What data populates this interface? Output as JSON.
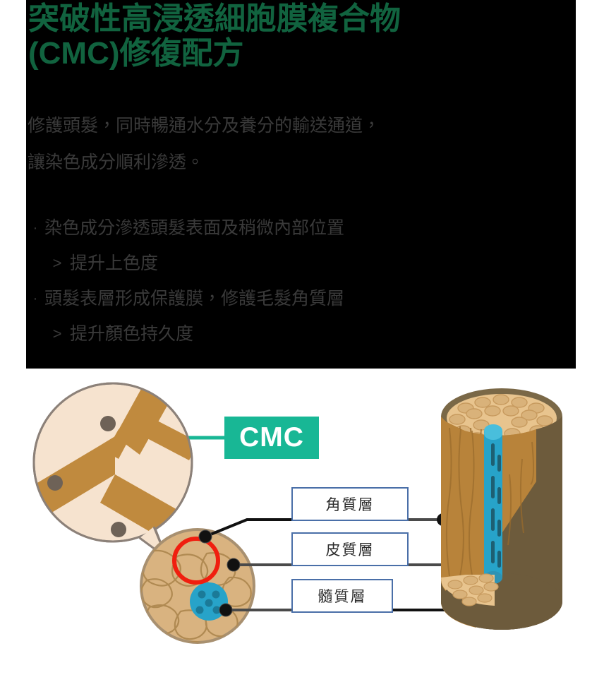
{
  "panel": {
    "title": "突破性高浸透細胞膜複合物\n(CMC)修復配方",
    "title_color": "#11633F",
    "background_color": "#000000",
    "subtitle": "修護頭髮，同時暢通水分及養分的輸送通道，\n讓染色成分順利滲透。",
    "subtitle_color": "#3A3A3A",
    "bullets": [
      {
        "marker": "·",
        "text": "染色成分滲透頭髮表面及稍微內部位置",
        "sub_marker": ">",
        "sub_text": "提升上色度"
      },
      {
        "marker": "·",
        "text": "頭髮表層形成保護膜，修護毛髮角質層",
        "sub_marker": ">",
        "sub_text": "提升顏色持久度"
      }
    ]
  },
  "diagram": {
    "badge": {
      "label": "CMC",
      "background_color": "#18B795",
      "text_color": "#FFFFFF"
    },
    "labels": [
      {
        "text": "角質層",
        "border_color": "#4A6FA8"
      },
      {
        "text": "皮質層",
        "border_color": "#4A6FA8"
      },
      {
        "text": "髓質層",
        "border_color": "#4A6FA8"
      }
    ],
    "colors": {
      "cell_fill": "#F6E3CF",
      "cmc_band": "#C08A3E",
      "nucleus": "#6E6257",
      "circle_outline": "#8C8179",
      "cuticle": "#E8C48E",
      "cortex": "#C08A3E",
      "cortex_dark": "#7A6238",
      "medulla": "#27A3C9",
      "highlight_ring": "#F01E0F",
      "leader_line": "#4A4A4A",
      "badge_leader": "#18B795"
    }
  }
}
